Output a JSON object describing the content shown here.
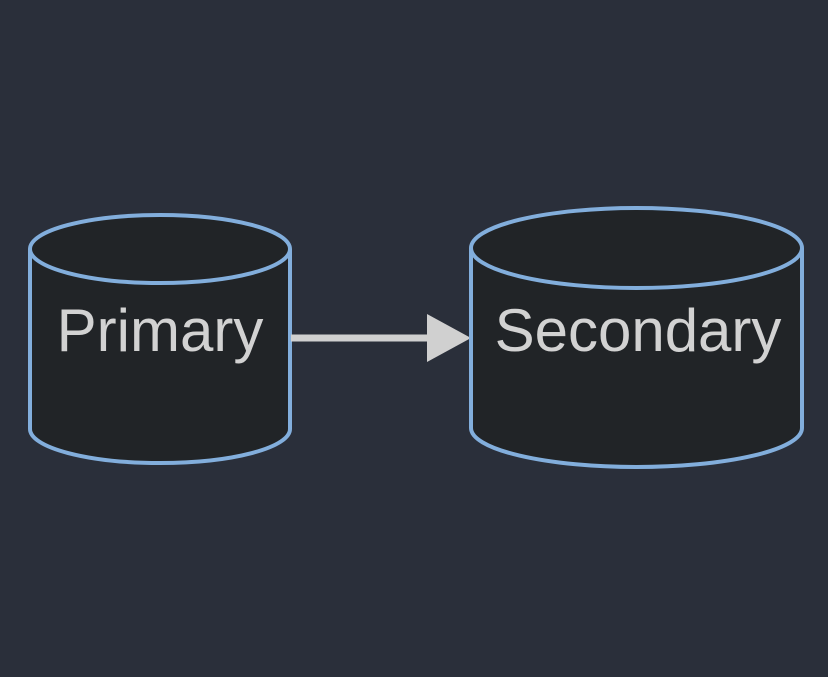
{
  "diagram": {
    "type": "flow-diagram",
    "colors": {
      "background": "#2a2f3a",
      "node_fill": "#212427",
      "node_stroke": "#82aedc",
      "label_text": "#d2d2d2",
      "arrow": "#d0d0d0"
    },
    "nodes": [
      {
        "id": "primary",
        "shape": "cylinder",
        "label": "Primary"
      },
      {
        "id": "secondary",
        "shape": "cylinder",
        "label": "Secondary"
      }
    ],
    "edges": [
      {
        "from": "primary",
        "to": "secondary",
        "direction": "right",
        "style": "solid-arrow"
      }
    ]
  }
}
